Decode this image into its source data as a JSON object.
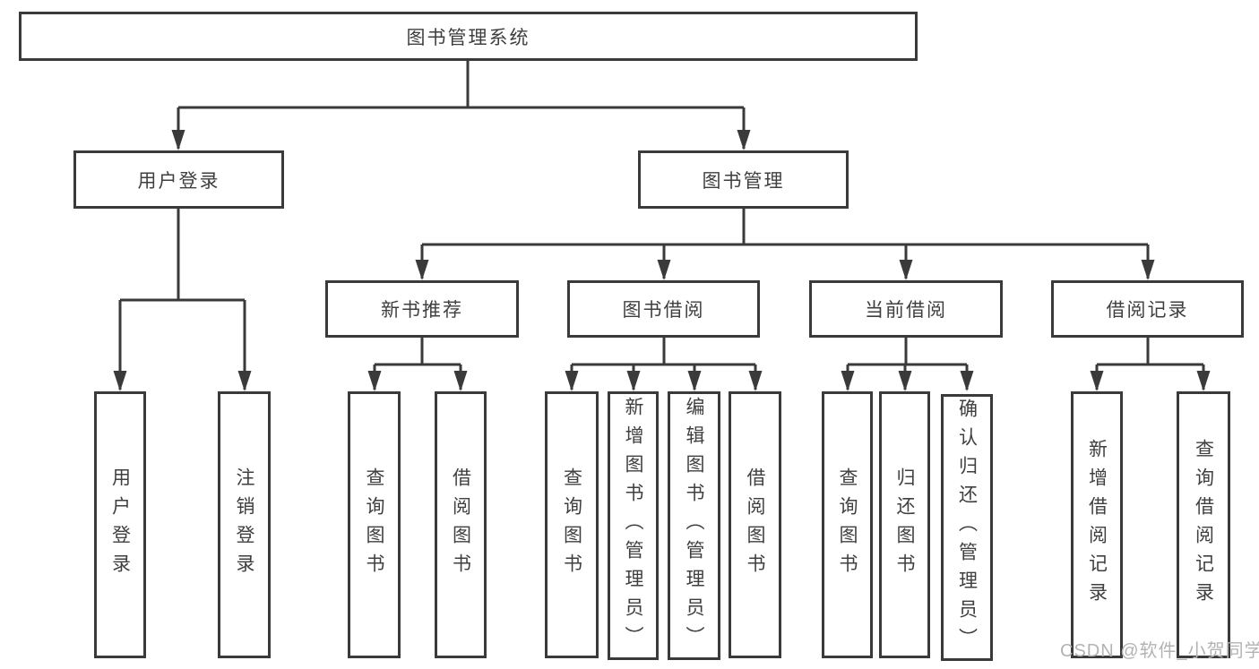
{
  "tree": {
    "label": "图书管理系统",
    "children": [
      {
        "label": "用户登录",
        "children": [
          {
            "label": "用户登录"
          },
          {
            "label": "注销登录"
          }
        ]
      },
      {
        "label": "图书管理",
        "children": [
          {
            "label": "新书推荐",
            "children": [
              {
                "label": "查询图书"
              },
              {
                "label": "借阅图书"
              }
            ]
          },
          {
            "label": "图书借阅",
            "children": [
              {
                "label": "查询图书"
              },
              {
                "label": "新增图书（管理员）"
              },
              {
                "label": "编辑图书（管理员）"
              },
              {
                "label": "借阅图书"
              }
            ]
          },
          {
            "label": "当前借阅",
            "children": [
              {
                "label": "查询图书"
              },
              {
                "label": "归还图书"
              },
              {
                "label": "确认归还（管理员）"
              }
            ]
          },
          {
            "label": "借阅记录",
            "children": [
              {
                "label": "新增借阅记录"
              },
              {
                "label": "查询借阅记录"
              }
            ]
          }
        ]
      }
    ]
  },
  "watermark": {
    "text": "CSDN @软件_小贺同学"
  },
  "colors": {
    "line": "#3a3a3a",
    "text": "#3f3f3f",
    "background": "#ffffff",
    "watermark": "#b3b3b3"
  }
}
